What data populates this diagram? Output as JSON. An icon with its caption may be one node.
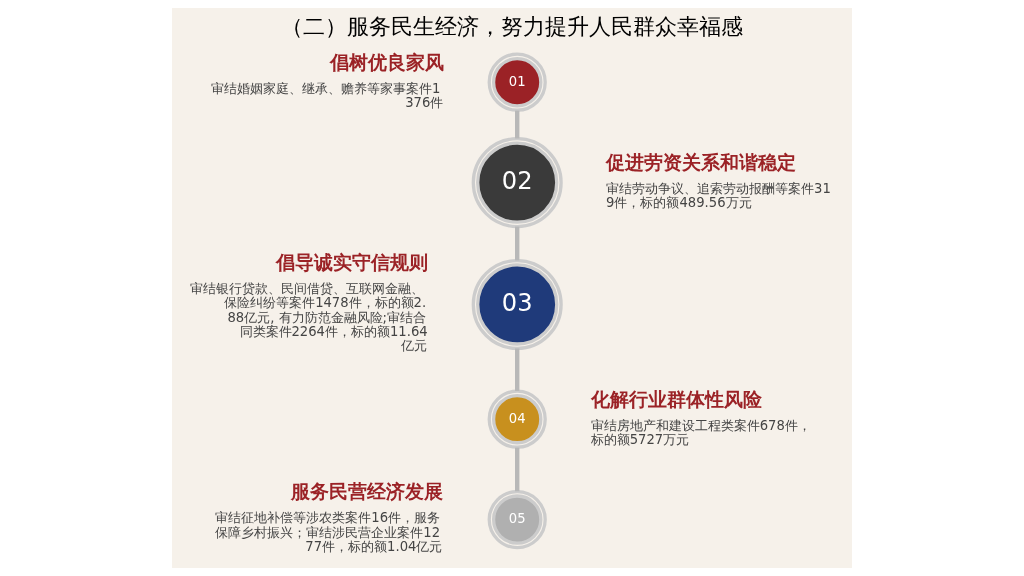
{
  "diagram": {
    "title": "（二）服务民生经济，努力提升人民群众幸福感",
    "nodes": [
      {
        "text": [
          "01"
        ],
        "beside": [
          "倡树优良家风",
          "审结婚姻家庭、继承、赡养等家事案件1376件"
        ]
      },
      {
        "text": [
          "02"
        ],
        "beside": [
          "促进劳资关系和谐稳定",
          "审结劳动争议、追索劳动报酬等案件319件，标的额489.56万元"
        ]
      },
      {
        "text": [
          "03"
        ],
        "beside": [
          "倡导诚实守信规则",
          "审结银行贷款、民间借贷、互联网金融、保险纠纷等案件1478件，标的额2.88亿元, 有力防范金融风险;审结合同类案件2264件，标的额11.64亿元"
        ]
      },
      {
        "text": [
          "04"
        ],
        "beside": [
          "化解行业群体性风险",
          "审结房地产和建设工程类案件678件，标的额5727万元"
        ]
      },
      {
        "text": [
          "05"
        ],
        "beside": [
          "服务民营经济发展",
          "审结征地补偿等涉农类案件16件，服务保障乡村振兴；审结涉民营企业案件1277件，标的额1.04亿元"
        ]
      }
    ],
    "edges": [
      {
        "from": 0,
        "to": 1,
        "arrow": "none"
      },
      {
        "from": 1,
        "to": 2,
        "arrow": "none"
      },
      {
        "from": 2,
        "to": 3,
        "arrow": "none"
      },
      {
        "from": 3,
        "to": 4,
        "arrow": "none"
      }
    ]
  }
}
